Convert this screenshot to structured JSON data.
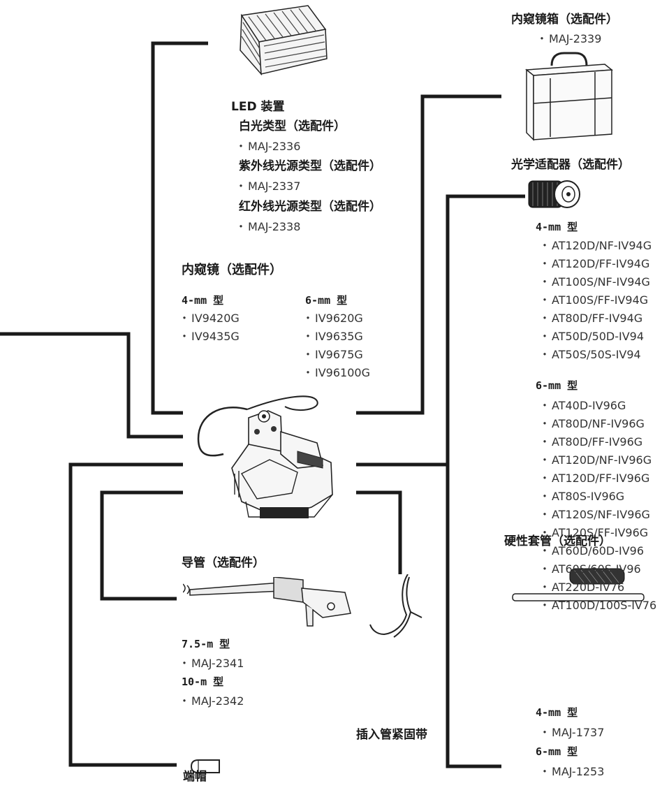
{
  "led": {
    "title": "LED 装置",
    "white_label": "白光类型（选配件）",
    "white_item": "MAJ-2336",
    "uv_label": "紫外线光源类型（选配件）",
    "uv_item": "MAJ-2337",
    "ir_label": "红外线光源类型（选配件）",
    "ir_item": "MAJ-2338"
  },
  "scope": {
    "title": "内窥镜（选配件）",
    "col4_label": "4-mm 型",
    "col4_items": [
      "IV9420G",
      "IV9435G"
    ],
    "col6_label": "6-mm 型",
    "col6_items": [
      "IV9620G",
      "IV9635G",
      "IV9675G",
      "IV96100G"
    ]
  },
  "case": {
    "title": "内窥镜箱（选配件）",
    "item": "MAJ-2339"
  },
  "adapter": {
    "title": "光学适配器（选配件）",
    "m4_label": "4-mm 型",
    "m4_items": [
      "AT120D/NF-IV94G",
      "AT120D/FF-IV94G",
      "AT100S/NF-IV94G",
      "AT100S/FF-IV94G",
      "AT80D/FF-IV94G",
      "AT50D/50D-IV94",
      "AT50S/50S-IV94"
    ],
    "m6_label": "6-mm 型",
    "m6_items": [
      "AT40D-IV96G",
      "AT80D/NF-IV96G",
      "AT80D/FF-IV96G",
      "AT120D/NF-IV96G",
      "AT120D/FF-IV96G",
      "AT80S-IV96G",
      "AT120S/NF-IV96G",
      "AT120S/FF-IV96G",
      "AT60D/60D-IV96",
      "AT60S/60S-IV96",
      "AT220D-IV76",
      "AT100D/100S-IV76"
    ]
  },
  "guide": {
    "title": "导管（选配件）",
    "m75_label": "7.5-m 型",
    "m75_item": "MAJ-2341",
    "m10_label": "10-m 型",
    "m10_item": "MAJ-2342"
  },
  "band": {
    "title": "插入管紧固带"
  },
  "sleeve": {
    "title": "硬性套管（选配件）",
    "m4_label": "4-mm 型",
    "m4_item": "MAJ-1737",
    "m6_label": "6-mm 型",
    "m6_item": "MAJ-1253"
  },
  "cap": {
    "title": "端帽"
  }
}
